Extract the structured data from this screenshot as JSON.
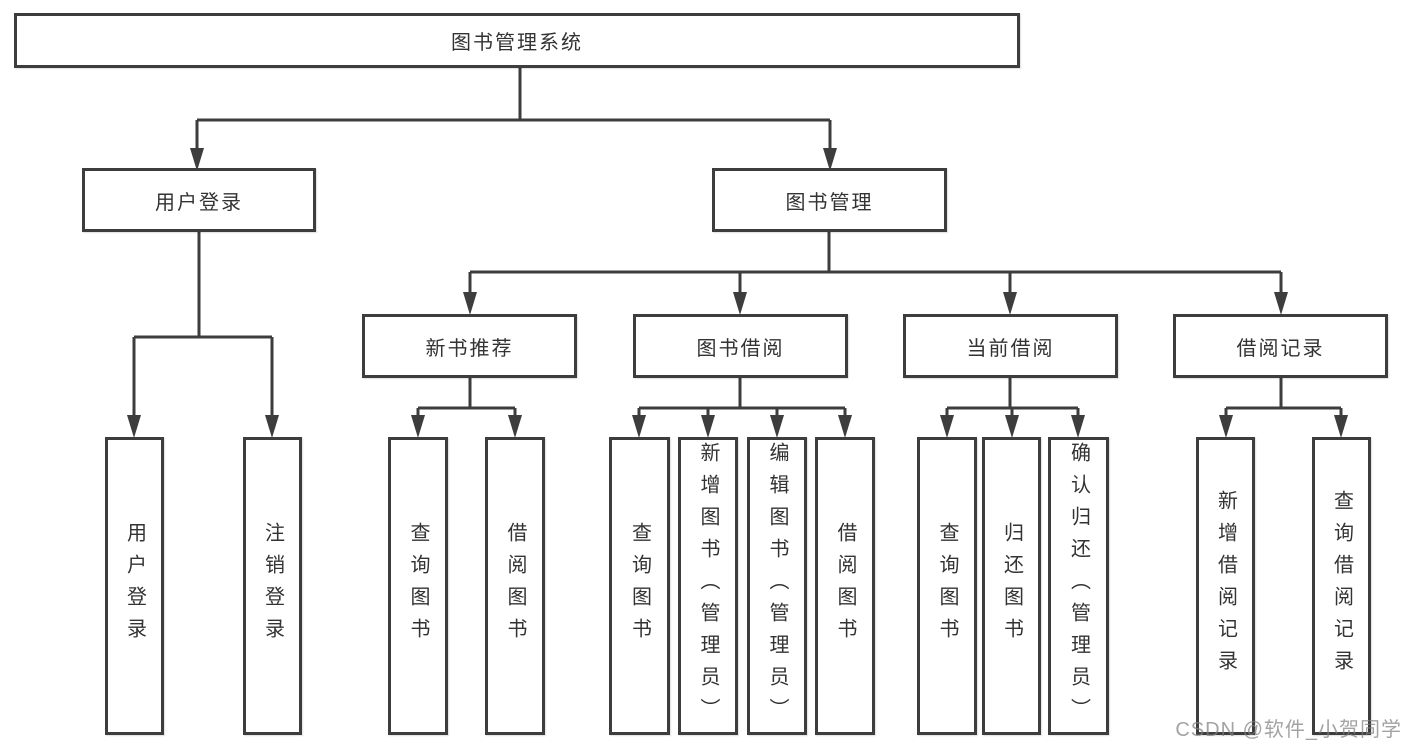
{
  "tree": {
    "label": "图书管理系统",
    "children": [
      {
        "label": "用户登录",
        "children": [
          {
            "label": "用户登录"
          },
          {
            "label": "注销登录"
          }
        ]
      },
      {
        "label": "图书管理",
        "children": [
          {
            "label": "新书推荐",
            "children": [
              {
                "label": "查询图书"
              },
              {
                "label": "借阅图书"
              }
            ]
          },
          {
            "label": "图书借阅",
            "children": [
              {
                "label": "查询图书"
              },
              {
                "label": "新增图书（管理员）"
              },
              {
                "label": "编辑图书（管理员）"
              },
              {
                "label": "借阅图书"
              }
            ]
          },
          {
            "label": "当前借阅",
            "children": [
              {
                "label": "查询图书"
              },
              {
                "label": "归还图书"
              },
              {
                "label": "确认归还（管理员）"
              }
            ]
          },
          {
            "label": "借阅记录",
            "children": [
              {
                "label": "新增借阅记录"
              },
              {
                "label": "查询借阅记录"
              }
            ]
          }
        ]
      }
    ]
  },
  "watermark": "CSDN @软件_小贺同学",
  "colors": {
    "line": "#3d3d3d",
    "text": "#333333",
    "background": "#ffffff",
    "watermark_gray": "#808080"
  }
}
